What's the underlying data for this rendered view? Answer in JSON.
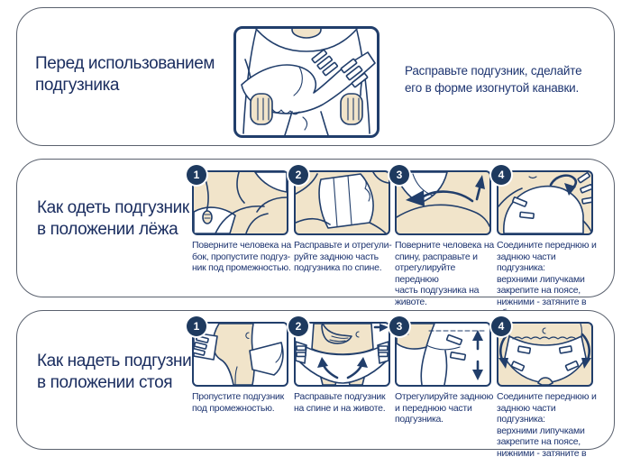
{
  "colors": {
    "line_navy": "#213e6b",
    "text_navy": "#1d3470",
    "skin_beige": "#f1e4ca",
    "badge_navy": "#1e3a5f",
    "card_border_gray": "#5a616e"
  },
  "sections": [
    {
      "id": "before-use",
      "title": "Перед использованием\nподгузника",
      "instruction": "Расправьте подгузник, сделайте\nего в форме изогнутой канавки.",
      "illustration": "hands-spreading-diaper-into-curved-channel"
    },
    {
      "id": "lying",
      "title": "Как одеть подгузник\nв положении лёжа",
      "steps": [
        {
          "number": "1",
          "caption": "Поверните человека на\nбок, пропустите подгуз-\nник под промежностью.",
          "illustration": "person-on-side-diaper-under-perineum"
        },
        {
          "number": "2",
          "caption": "Расправьте и отрегули-\nруйте заднюю часть\nподгузника по спине.",
          "illustration": "spread-back-part-on-spine"
        },
        {
          "number": "3",
          "caption": "Поверните человека на\nспину, расправьте и\nотрегулируйте переднюю\nчасть подгузника на\nживоте.",
          "illustration": "turn-on-back-spread-front-on-belly"
        },
        {
          "number": "4",
          "caption": "Соедините переднюю и\nзаднюю части подгузника:\nверхними липучками\nзакрепите на поясе,\nнижними - затяните в\nобхват ноги.",
          "illustration": "fasten-front-and-back-tabs"
        }
      ]
    },
    {
      "id": "standing",
      "title": "Как надеть подгузник\nв положении стоя",
      "steps": [
        {
          "number": "1",
          "caption": "Пропустите подгузник\nпод промежностью.",
          "illustration": "standing-pass-diaper-under-perineum"
        },
        {
          "number": "2",
          "caption": "Расправьте подгузник\nна спине и на животе.",
          "illustration": "standing-spread-on-back-and-belly"
        },
        {
          "number": "3",
          "caption": "Отрегулируйте заднюю\nи переднюю части\nподгузника.",
          "illustration": "standing-adjust-back-and-front"
        },
        {
          "number": "4",
          "caption": "Соедините переднюю и\nзаднюю части подгузника:\nверхними липучками\nзакрепите на поясе,\nнижними - затяните в\nобхват ноги.",
          "illustration": "standing-fasten-tabs-front-view"
        }
      ]
    }
  ]
}
